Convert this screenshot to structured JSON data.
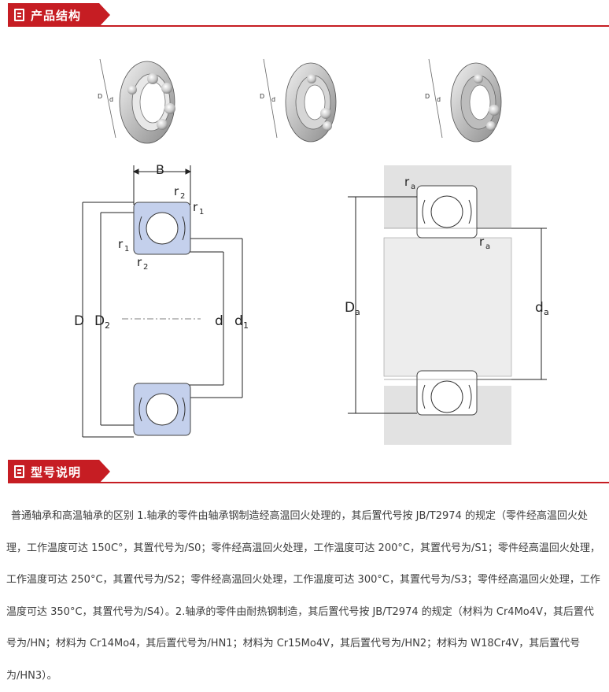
{
  "sections": {
    "structure": {
      "title": "产品结构",
      "icon": "document-icon"
    },
    "model": {
      "title": "型号说明",
      "icon": "document-icon"
    }
  },
  "labels": {
    "B": "B",
    "D": "D",
    "d": "d",
    "r": "r",
    "sub1": "1",
    "sub2": "2",
    "suba": "a"
  },
  "description": "普通轴承和高温轴承的区别 1.轴承的零件由轴承钢制造经高温回火处理的，其后置代号按 JB/T2974 的规定（零件经高温回火处理，工作温度可达 150C°，其置代号为/S0；零件经高温回火处理，工作温度可达 200°C，其置代号为/S1；零件经高温回火处理，工作温度可达 250°C，其置代号为/S2；零件经高温回火处理，工作温度可达 300°C，其置代号为/S3；零件经高温回火处理，工作温度可达 350°C，其置代号为/S4）。2.轴承的零件由耐热钢制造，其后置代号按 JB/T2974 的规定（材料为 Cr4Mo4V，其后置代号为/HN；材料为 Cr14Mo4，其后置代号为/HN1；材料为 Cr15Mo4V，其后置代号为/HN2；材料为 W18Cr4V，其后置代号为/HN3）。",
  "colors": {
    "accent": "#c61d23",
    "ring_fill": "#c4d0ec",
    "housing": "#e2e2e2"
  }
}
